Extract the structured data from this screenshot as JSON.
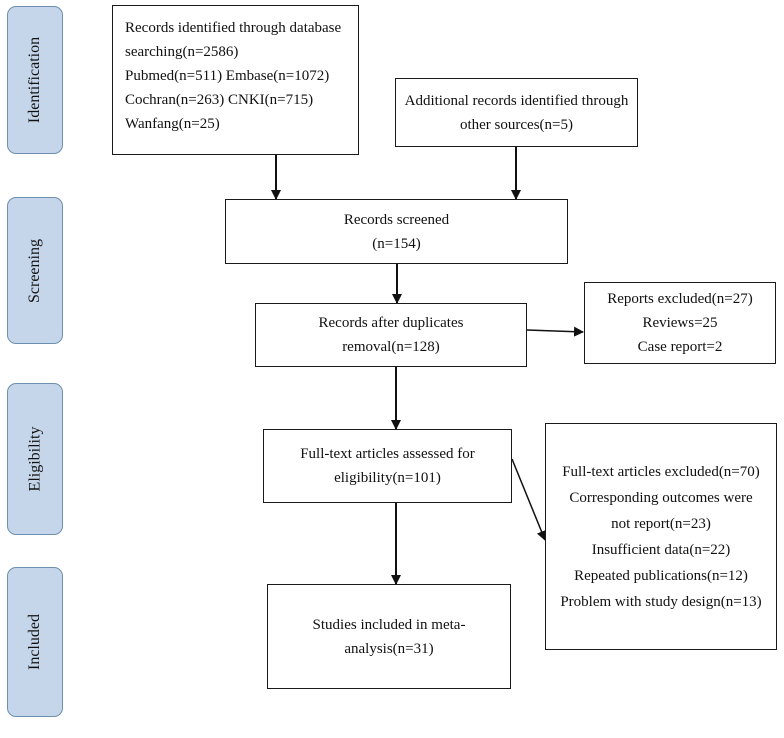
{
  "stages": [
    "Identification",
    "Screening",
    "Eligibility",
    "Included"
  ],
  "db_records": {
    "lines": [
      "Records identified through database",
      "searching(n=2586)",
      "Pubmed(n=511) Embase(n=1072)",
      "Cochran(n=263) CNKI(n=715)",
      "Wanfang(n=25)"
    ]
  },
  "other_records": {
    "lines": [
      "Additional records identified through",
      "other sources(n=5)"
    ]
  },
  "screened": {
    "lines": [
      "Records screened",
      "(n=154)"
    ]
  },
  "after_duplicates": {
    "lines": [
      "Records after duplicates",
      "removal(n=128)"
    ]
  },
  "reports_excluded": {
    "lines": [
      "Reports excluded(n=27)",
      "Reviews=25",
      "Case report=2"
    ]
  },
  "fulltext_assessed": {
    "lines": [
      "Full-text articles assessed for",
      "eligibility(n=101)"
    ]
  },
  "fulltext_excluded": {
    "lines": [
      "Full-text articles excluded(n=70)",
      "Corresponding outcomes were",
      "not report(n=23)",
      "Insufficient data(n=22)",
      "Repeated publications(n=12)",
      "Problem with study design(n=13)"
    ]
  },
  "included": {
    "lines": [
      "Studies included in meta-",
      "analysis(n=31)"
    ]
  }
}
